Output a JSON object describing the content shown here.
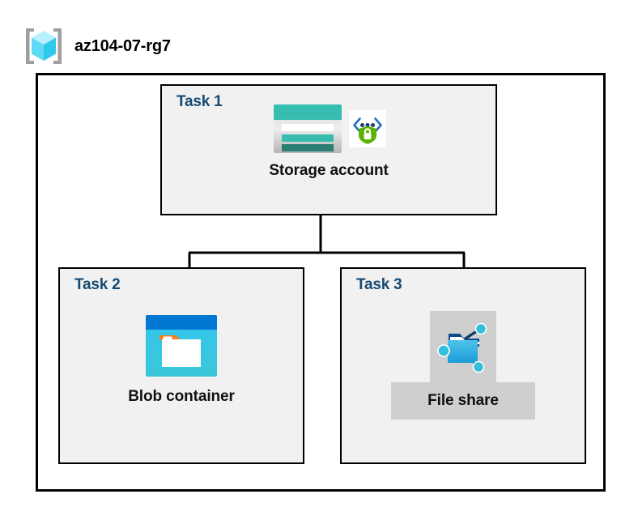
{
  "diagram": {
    "resource_group": {
      "name": "az104-07-rg7",
      "icon": "resource-group-cube-icon"
    },
    "tasks": [
      {
        "id": "task1",
        "label": "Task 1",
        "node_label": "Storage account",
        "icons": [
          "storage-account-icon",
          "managed-identity-secure-icon"
        ]
      },
      {
        "id": "task2",
        "label": "Task 2",
        "node_label": "Blob container",
        "icons": [
          "blob-container-icon"
        ]
      },
      {
        "id": "task3",
        "label": "Task 3",
        "node_label": "File share",
        "icons": [
          "file-share-folder-icon"
        ]
      }
    ],
    "connections": [
      {
        "from": "task1",
        "to": "task2"
      },
      {
        "from": "task1",
        "to": "task3"
      }
    ],
    "colors": {
      "task_label": "#174a72",
      "node_label": "#111111",
      "box_fill": "#f1f1f1",
      "box_border": "#000000",
      "outer_border": "#000000",
      "selection_plate": "#cfcfcf",
      "storage_teal": "#37bdb0",
      "storage_teal_dark": "#2b7e74",
      "blob_blue": "#0078d4",
      "blob_cyan": "#32bedd",
      "blob_orange": "#f38020",
      "identity_green": "#5ab300",
      "cube_cyan": "#9cebff",
      "bracket_gray": "#a0a0a0",
      "background": "#ffffff"
    }
  }
}
